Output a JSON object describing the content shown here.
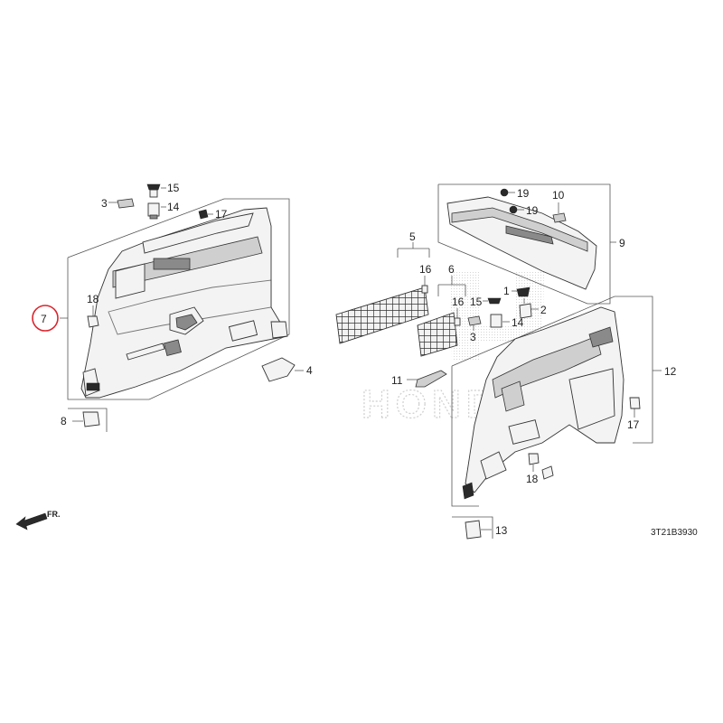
{
  "callouts": {
    "c1": "1",
    "c2": "2",
    "c3a": "3",
    "c3b": "3",
    "c4": "4",
    "c5": "5",
    "c6": "6",
    "c7": "7",
    "c8": "8",
    "c9": "9",
    "c10": "10",
    "c11": "11",
    "c12": "12",
    "c13": "13",
    "c14a": "14",
    "c14b": "14",
    "c15a": "15",
    "c15b": "15",
    "c16a": "16",
    "c16b": "16",
    "c17a": "17",
    "c17b": "17",
    "c18a": "18",
    "c18b": "18",
    "c19a": "19",
    "c19b": "19"
  },
  "front_arrow_label": "FR.",
  "diagram_code": "3T21B3930",
  "watermark": "HONDA",
  "highlight_color": "#d9262e"
}
